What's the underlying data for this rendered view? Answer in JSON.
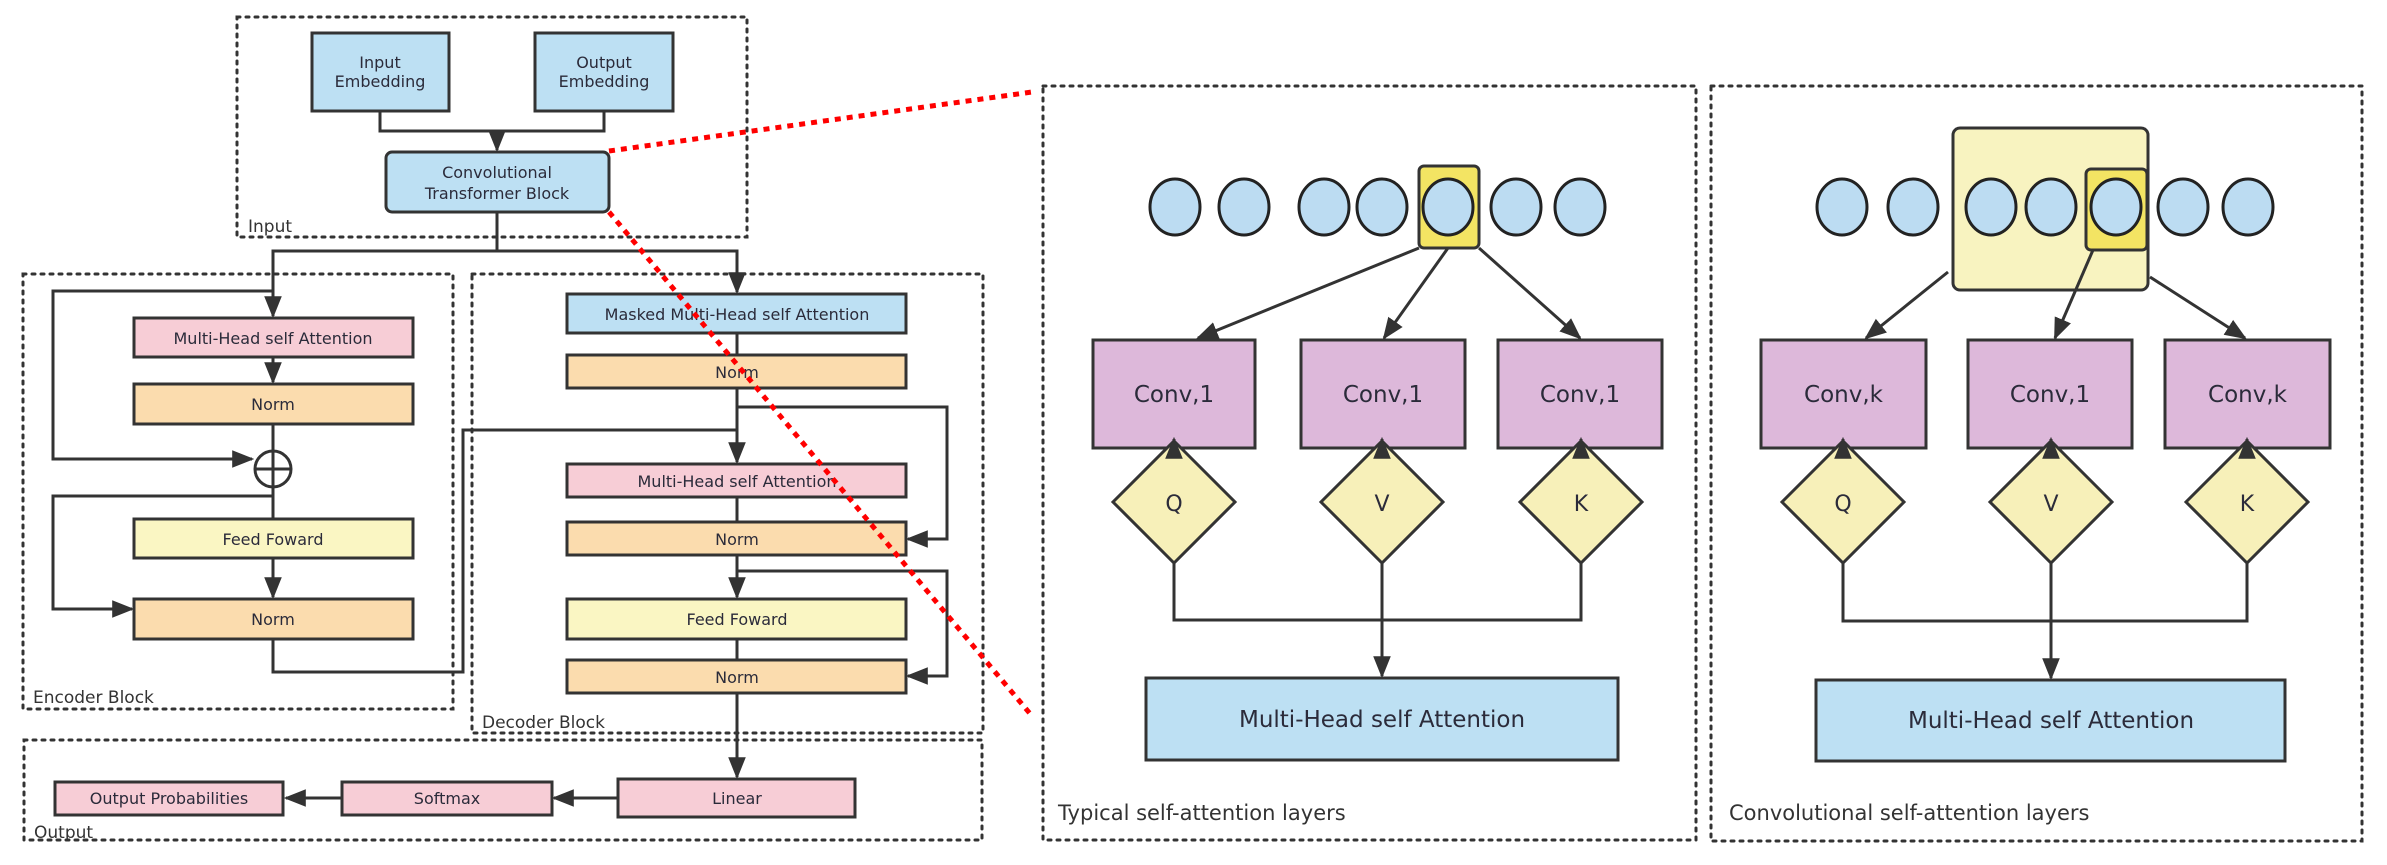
{
  "colors": {
    "blue": "#bde0f3",
    "pink": "#f7cdd6",
    "orange": "#fbdcae",
    "yellow": "#faf6c3",
    "purple": "#ddb8da",
    "diamond": "#f7f0b9",
    "highlight": "#f3e463",
    "highlight_light": "#f8f3c0",
    "token": "#bcdcf2",
    "zoom_line": "#ff0000"
  },
  "input_block": {
    "label": "Input",
    "input_embedding": [
      "Input",
      "Embedding"
    ],
    "output_embedding": [
      "Output",
      "Embedding"
    ],
    "conv_transformer": [
      "Convolutional",
      "Transformer  Block"
    ]
  },
  "encoder_block": {
    "label": "Encoder Block",
    "mhsa": "Multi-Head self Attention",
    "norm1": "Norm",
    "add_symbol": "⊕",
    "feed_forward": "Feed Foward",
    "norm2": "Norm"
  },
  "decoder_block": {
    "label": "Decoder Block",
    "masked_mhsa": "Masked Multi-Head self Attention",
    "norm1": "Norm",
    "mhsa": "Multi-Head self Attention",
    "norm2": "Norm",
    "feed_forward": "Feed Foward",
    "norm3": "Norm"
  },
  "output_block": {
    "label": "Output",
    "linear": "Linear",
    "softmax": "Softmax",
    "output_probabilities": "Output  Probabilities"
  },
  "typical_panel": {
    "label": "Typical  self-attention layers",
    "convs": [
      "Conv,1",
      "Conv,1",
      "Conv,1"
    ],
    "diamonds": [
      "Q",
      "V",
      "K"
    ],
    "mhsa": "Multi-Head self Attention",
    "token_count": 7,
    "highlighted_token": 5
  },
  "conv_panel": {
    "label": "Convolutional  self-attention layers",
    "convs": [
      "Conv,k",
      "Conv,1",
      "Conv,k"
    ],
    "diamonds": [
      "Q",
      "V",
      "K"
    ],
    "mhsa": "Multi-Head self Attention",
    "token_count": 7,
    "highlighted_token": 5,
    "window_tokens": [
      3,
      5
    ]
  }
}
